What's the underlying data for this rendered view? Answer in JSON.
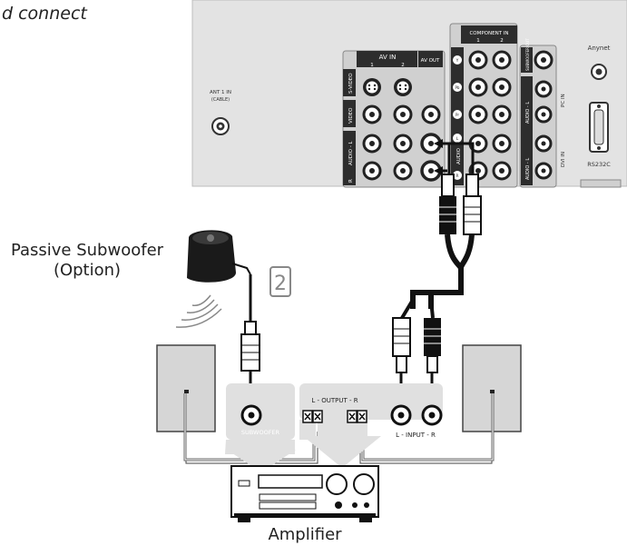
{
  "intro_text": "d connect",
  "tv_panel": {
    "ant_label": "ANT 1 IN",
    "ant_sub": "(CABLE)",
    "av_in_label": "AV IN",
    "av_in_cols": [
      "1",
      "2"
    ],
    "av_out_label": "AV OUT",
    "svideo_label": "S-VIDEO",
    "video_label": "VIDEO",
    "audio_l_label": "AUDIO - L",
    "audio_r_label": "R",
    "component_label": "COMPONENT IN",
    "component_cols": [
      "1",
      "2"
    ],
    "component_rows": [
      "Y",
      "Pb",
      "Pr",
      "L",
      "R"
    ],
    "audio_short": "AUDIO",
    "subwoofer_out_label": "SUBWOOFER OUT",
    "pc_audio_label": "AUDIO - L",
    "pc_in_label": "PC IN",
    "dvi_in_label": "DVI IN",
    "anynet_label": "Anynet",
    "rs232c_label": "RS232C"
  },
  "subwoofer_label_line1": "Passive Subwoofer",
  "subwoofer_label_line2": "(Option)",
  "step_number": "2",
  "amp_panel": {
    "subwoofer_jack_label": "SUBWOOFER",
    "output_label": "L - OUTPUT - R",
    "input_label": "L - INPUT - R"
  },
  "amplifier_label": "Amplifier"
}
